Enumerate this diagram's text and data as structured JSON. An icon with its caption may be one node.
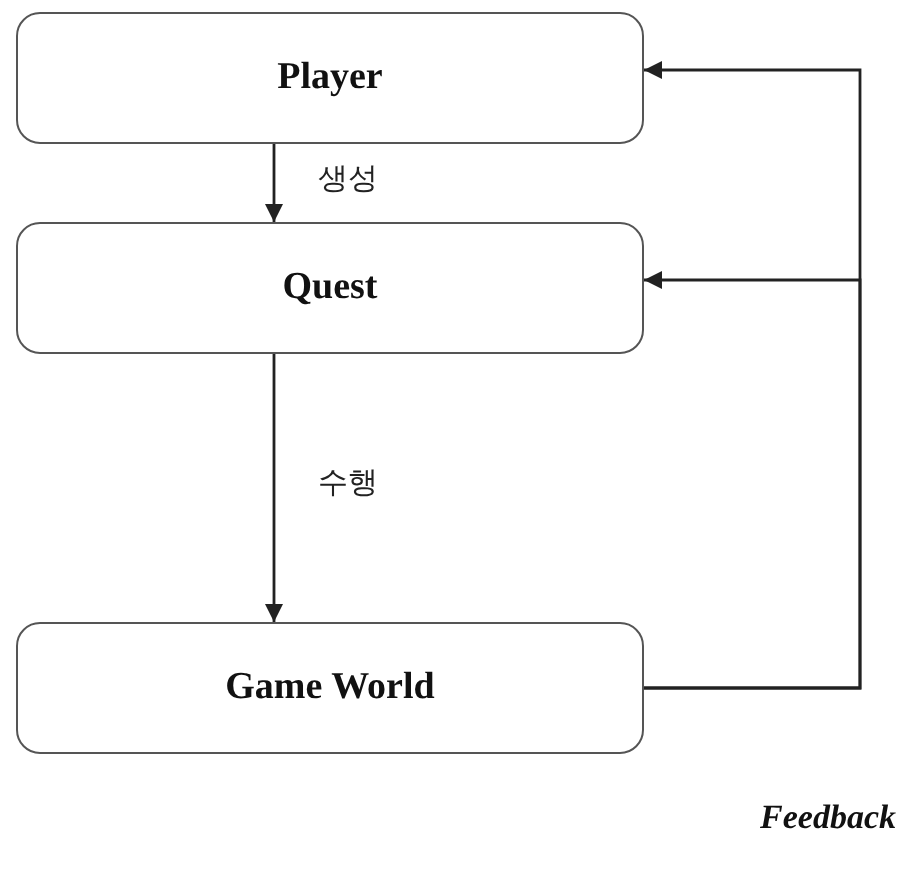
{
  "diagram": {
    "nodes": [
      {
        "text": [
          "Player"
        ]
      },
      {
        "text": [
          "Quest"
        ]
      },
      {
        "text": [
          "Game World"
        ]
      }
    ],
    "edges": [
      {
        "from": 0,
        "to": 1,
        "arrow": "to",
        "label": "생성"
      },
      {
        "from": 1,
        "to": 2,
        "arrow": "to",
        "label": "수행"
      },
      {
        "from": 2,
        "to": 0,
        "arrow": "to"
      },
      {
        "from": 2,
        "to": 1,
        "arrow": "to"
      }
    ],
    "labels": [
      "Feedback"
    ]
  }
}
